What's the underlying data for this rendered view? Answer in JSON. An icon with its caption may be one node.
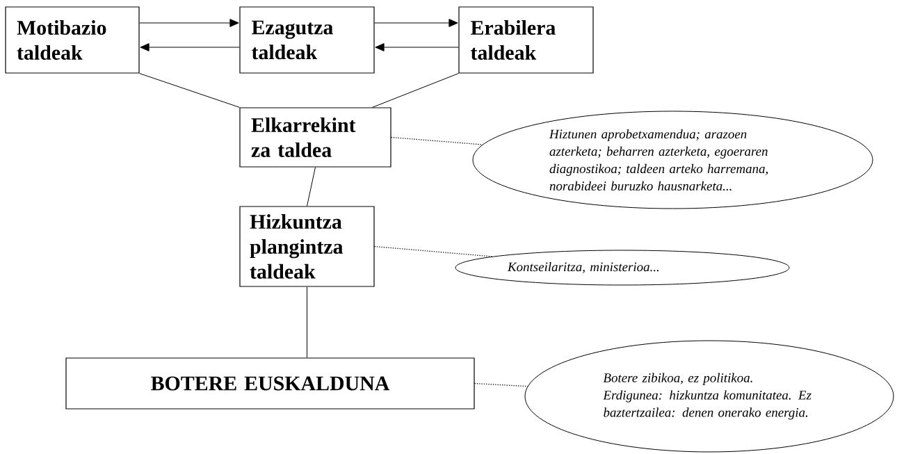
{
  "diagram": {
    "nodes": [
      {
        "text": [
          "Motibazio taldeak"
        ]
      },
      {
        "text": [
          "Ezagutza taldeak"
        ]
      },
      {
        "text": [
          "Erabilera taldeak"
        ]
      },
      {
        "text": [
          "Elkarrekint za taldea"
        ]
      },
      {
        "text": [
          "Hiztunen aprobetxamendua; arazoen azterketa; beharren azterketa, egoeraren diagnostikoa; taldeen arteko harremana, norabideei buruzko hausnarketa..."
        ]
      },
      {
        "text": [
          "Hizkuntza plangintza taldeak"
        ]
      },
      {
        "text": [
          "Kontseilaritza, ministerioa..."
        ]
      },
      {
        "text": [
          "BOTERE EUSKALDUNA"
        ]
      },
      {
        "text": [
          "Botere zibikoa, ez politikoa. Erdigunea: hizkuntza komunitatea. Ez baztertzailea: denen onerako energia."
        ]
      }
    ],
    "edges": [
      {
        "from": 0,
        "to": 1,
        "arrow": "to"
      },
      {
        "from": 1,
        "to": 0,
        "arrow": "to"
      },
      {
        "from": 1,
        "to": 2,
        "arrow": "to"
      },
      {
        "from": 2,
        "to": 1,
        "arrow": "to"
      },
      {
        "from": 0,
        "to": 3,
        "arrow": "none"
      },
      {
        "from": 2,
        "to": 3,
        "arrow": "none"
      },
      {
        "from": 3,
        "to": 5,
        "arrow": "none"
      },
      {
        "from": 5,
        "to": 7,
        "arrow": "none"
      },
      {
        "from": 3,
        "to": 4,
        "arrow": "none",
        "style": "dashed"
      },
      {
        "from": 5,
        "to": 6,
        "arrow": "none",
        "style": "dashed"
      },
      {
        "from": 7,
        "to": 8,
        "arrow": "none",
        "style": "dashed"
      }
    ]
  }
}
